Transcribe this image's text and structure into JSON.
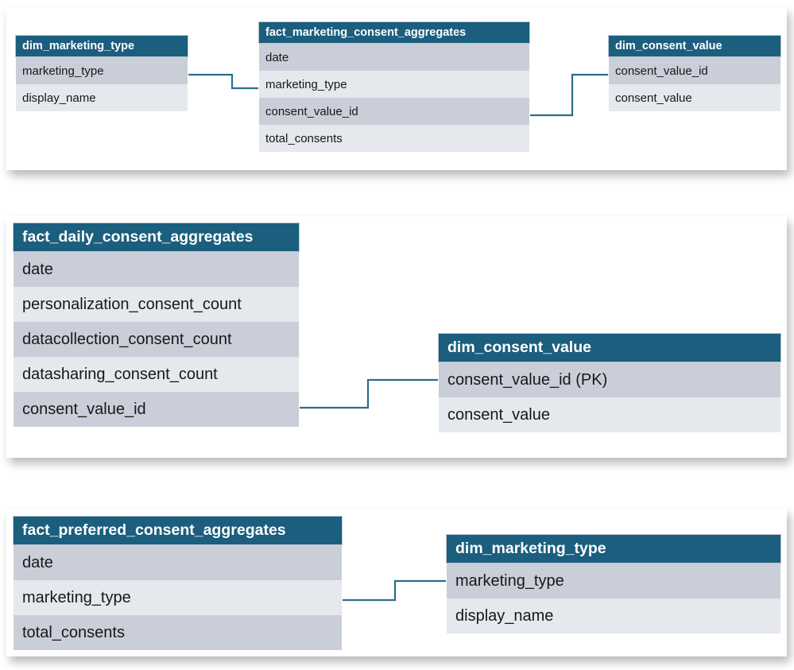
{
  "diagram": {
    "type": "entity-relationship-diagram",
    "panels": [
      {
        "id": "panel-1",
        "name": "marketing-consent-aggregates-model",
        "tables": [
          {
            "name": "dim_marketing_type",
            "title": "dim_marketing_type",
            "columns": [
              "marketing_type",
              "display_name"
            ]
          },
          {
            "name": "fact_marketing_consent_aggregates",
            "title": "fact_marketing_consent_aggregates",
            "columns": [
              "date",
              "marketing_type",
              "consent_value_id",
              "total_consents"
            ]
          },
          {
            "name": "dim_consent_value",
            "title": "dim_consent_value",
            "columns": [
              "consent_value_id",
              "consent_value"
            ]
          }
        ],
        "relationships": [
          {
            "from": "dim_marketing_type.marketing_type",
            "to": "fact_marketing_consent_aggregates.marketing_type"
          },
          {
            "from": "fact_marketing_consent_aggregates.consent_value_id",
            "to": "dim_consent_value.consent_value_id"
          }
        ]
      },
      {
        "id": "panel-2",
        "name": "daily-consent-aggregates-model",
        "tables": [
          {
            "name": "fact_daily_consent_aggregates",
            "title": "fact_daily_consent_aggregates",
            "columns": [
              "date",
              "personalization_consent_count",
              "datacollection_consent_count",
              "datasharing_consent_count",
              "consent_value_id"
            ]
          },
          {
            "name": "dim_consent_value",
            "title": "dim_consent_value",
            "columns": [
              "consent_value_id (PK)",
              "consent_value"
            ]
          }
        ],
        "relationships": [
          {
            "from": "fact_daily_consent_aggregates.consent_value_id",
            "to": "dim_consent_value.consent_value_id (PK)"
          }
        ]
      },
      {
        "id": "panel-3",
        "name": "preferred-consent-aggregates-model",
        "tables": [
          {
            "name": "fact_preferred_consent_aggregates",
            "title": "fact_preferred_consent_aggregates",
            "columns": [
              "date",
              "marketing_type",
              "total_consents"
            ]
          },
          {
            "name": "dim_marketing_type",
            "title": "dim_marketing_type",
            "columns": [
              "marketing_type",
              "display_name"
            ]
          }
        ],
        "relationships": [
          {
            "from": "fact_preferred_consent_aggregates.marketing_type",
            "to": "dim_marketing_type.marketing_type"
          }
        ]
      }
    ]
  },
  "colors": {
    "header_background": "#1b5e7e",
    "header_text": "#ffffff",
    "row_odd": "#c9ced8",
    "row_even": "#e5e8ec",
    "connector": "#2b6e8c",
    "panel_background": "#ffffff",
    "page_background": "#ffffff"
  }
}
